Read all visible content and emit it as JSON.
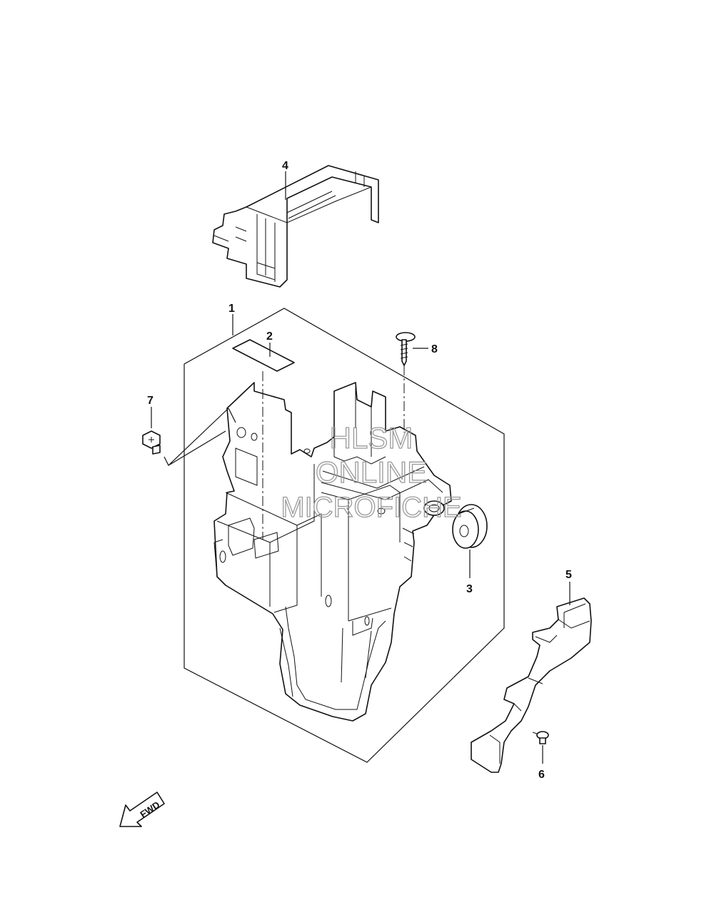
{
  "callouts": {
    "c1": "1",
    "c2": "2",
    "c3": "3",
    "c4": "4",
    "c5": "5",
    "c6": "6",
    "c7": "7",
    "c8": "8"
  },
  "watermark": {
    "line1": "HLSM",
    "line2": "ONLINE",
    "line3": "MICROFICHE"
  },
  "direction_arrow": {
    "label": "FWD"
  }
}
